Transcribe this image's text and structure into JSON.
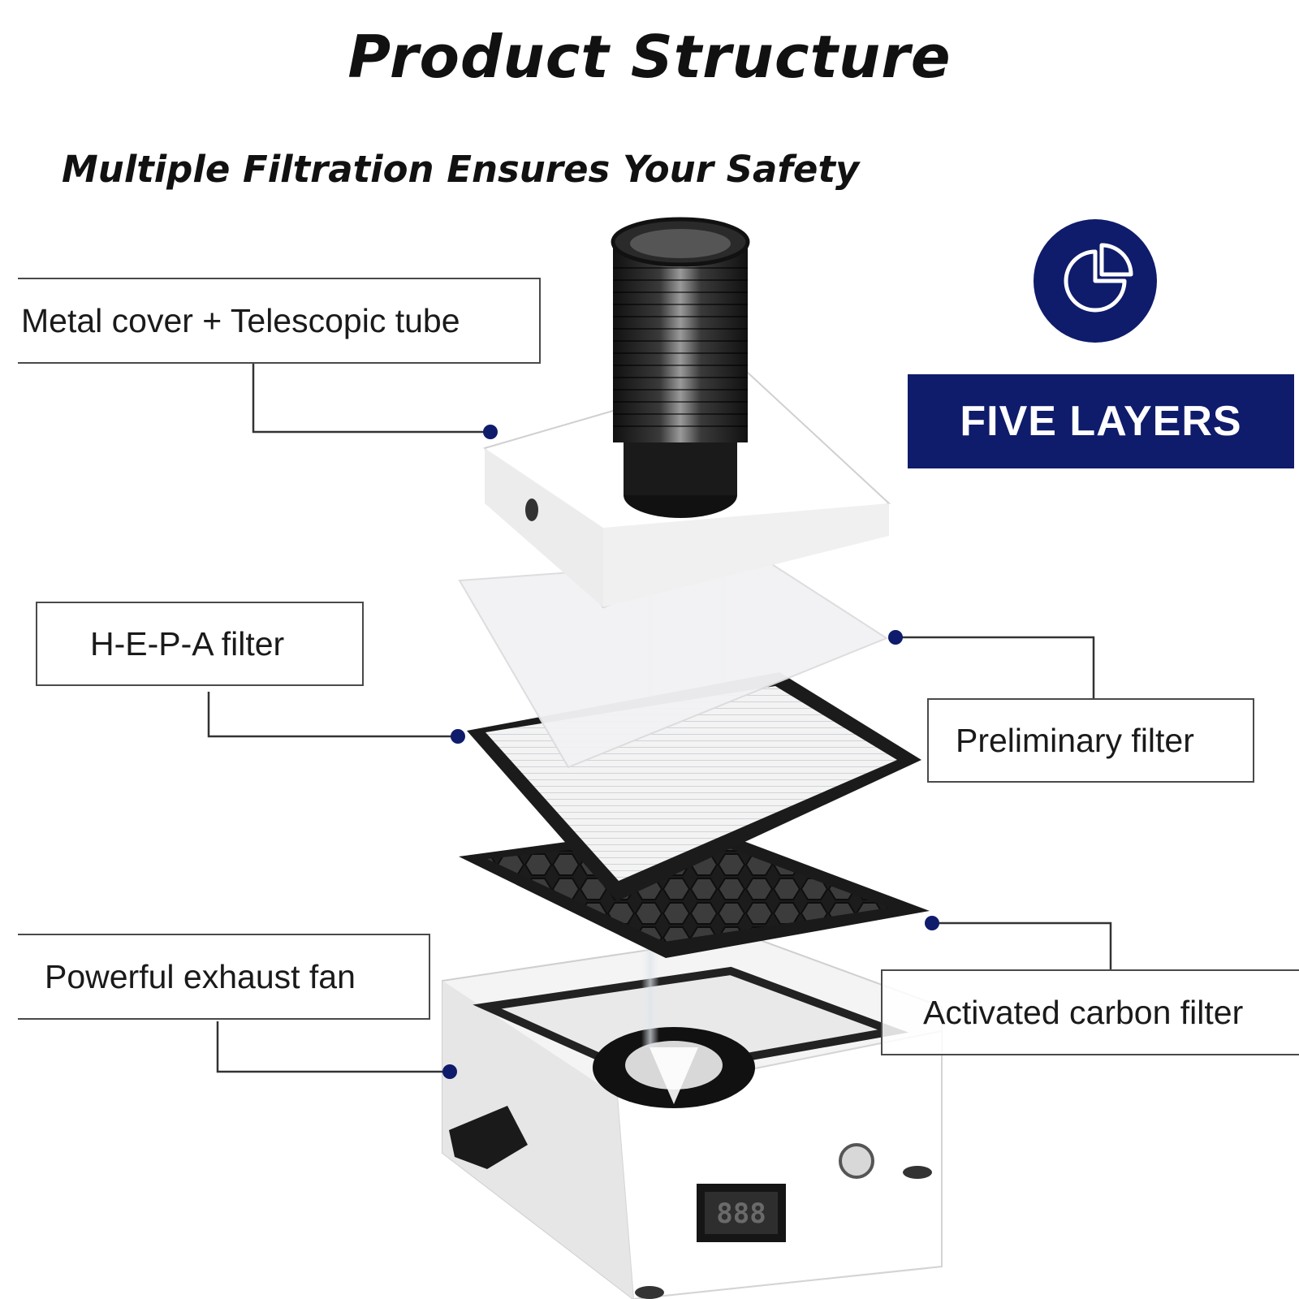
{
  "title": "Product Structure",
  "subtitle": "Multiple Filtration Ensures Your Safety",
  "badge": {
    "label": "FIVE LAYERS",
    "icon": "pie-chart-icon",
    "color": "#0f1b6b"
  },
  "callouts": {
    "metal_cover": "Metal cover + Telescopic tube",
    "hepa": "H-E-P-A filter",
    "preliminary": "Preliminary filter",
    "exhaust_fan": "Powerful exhaust fan",
    "carbon": "Activated carbon filter"
  },
  "display_readout": "888"
}
